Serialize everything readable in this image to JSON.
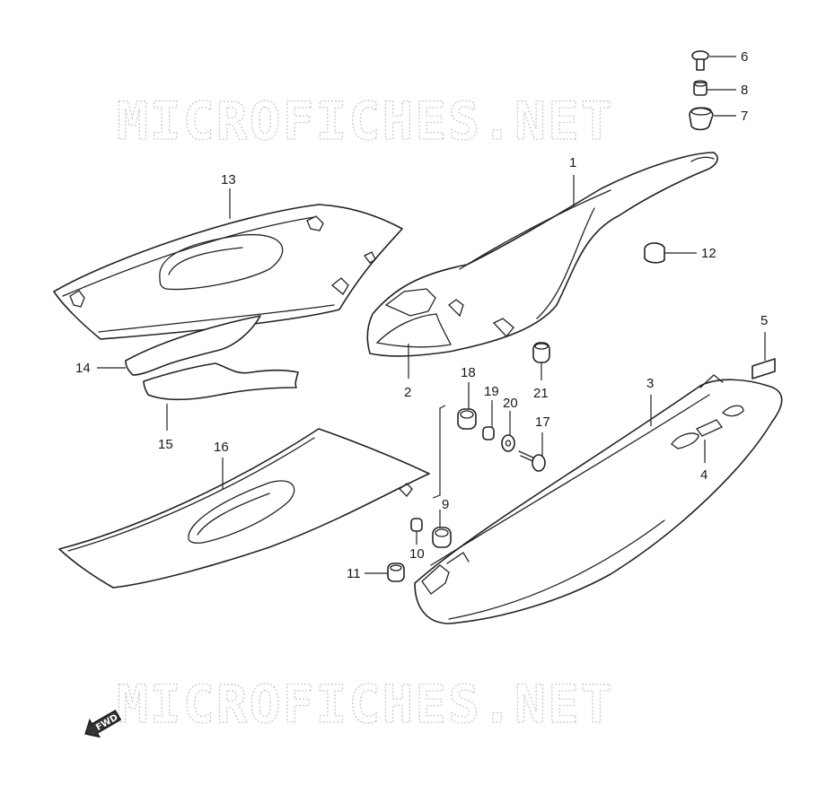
{
  "watermark": {
    "text": "MICROFICHES.NET",
    "color": "#c9c9c9"
  },
  "fwd_badge": {
    "label": "FWD",
    "icon": "fwd-arrow-icon"
  },
  "callouts": [
    {
      "id": "1",
      "label": "1"
    },
    {
      "id": "2",
      "label": "2"
    },
    {
      "id": "3",
      "label": "3"
    },
    {
      "id": "4",
      "label": "4"
    },
    {
      "id": "5",
      "label": "5"
    },
    {
      "id": "6",
      "label": "6"
    },
    {
      "id": "7",
      "label": "7"
    },
    {
      "id": "8",
      "label": "8"
    },
    {
      "id": "9",
      "label": "9"
    },
    {
      "id": "10",
      "label": "10"
    },
    {
      "id": "11",
      "label": "11"
    },
    {
      "id": "12",
      "label": "12"
    },
    {
      "id": "13",
      "label": "13"
    },
    {
      "id": "14",
      "label": "14"
    },
    {
      "id": "15",
      "label": "15"
    },
    {
      "id": "16",
      "label": "16"
    },
    {
      "id": "17",
      "label": "17"
    },
    {
      "id": "18",
      "label": "18"
    },
    {
      "id": "19",
      "label": "19"
    },
    {
      "id": "20",
      "label": "20"
    },
    {
      "id": "21",
      "label": "21"
    }
  ]
}
